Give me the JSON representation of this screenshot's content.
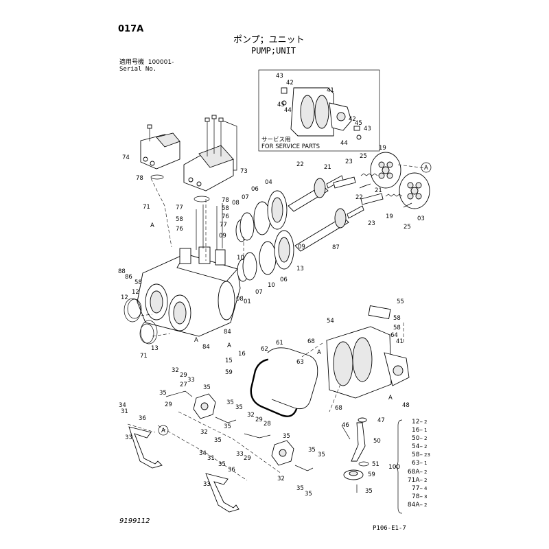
{
  "header": {
    "page_code": "017A",
    "title_jp": "ポンプ；ユニット",
    "title_en": "PUMP;UNIT",
    "serial_label_jp": "適用号機",
    "serial_value": "100001-",
    "serial_label_en": "Serial No."
  },
  "service_box": {
    "label_jp": "サービス用",
    "label_en": "FOR SERVICE PARTS"
  },
  "callouts": [
    {
      "id": "c1",
      "text": "43"
    },
    {
      "id": "c2",
      "text": "42"
    },
    {
      "id": "c3",
      "text": "45"
    },
    {
      "id": "c4",
      "text": "44"
    },
    {
      "id": "c5",
      "text": "41"
    },
    {
      "id": "c6",
      "text": "42"
    },
    {
      "id": "c7",
      "text": "45"
    },
    {
      "id": "c8",
      "text": "43"
    },
    {
      "id": "c9",
      "text": "44"
    },
    {
      "id": "c10",
      "text": "74"
    },
    {
      "id": "c11",
      "text": "73"
    },
    {
      "id": "c12",
      "text": "78"
    },
    {
      "id": "c13",
      "text": "78"
    },
    {
      "id": "c14",
      "text": "71"
    },
    {
      "id": "c15",
      "text": "77"
    },
    {
      "id": "c16",
      "text": "58"
    },
    {
      "id": "c17",
      "text": "58"
    },
    {
      "id": "c18",
      "text": "76"
    },
    {
      "id": "c19",
      "text": "76"
    },
    {
      "id": "c20",
      "text": "77"
    },
    {
      "id": "c21",
      "text": "09"
    },
    {
      "id": "c22",
      "text": "08"
    },
    {
      "id": "c23",
      "text": "07"
    },
    {
      "id": "c24",
      "text": "06"
    },
    {
      "id": "c25",
      "text": "04"
    },
    {
      "id": "c26",
      "text": "22"
    },
    {
      "id": "c27",
      "text": "21"
    },
    {
      "id": "c28",
      "text": "23"
    },
    {
      "id": "c29",
      "text": "25"
    },
    {
      "id": "c30",
      "text": "19"
    },
    {
      "id": "c31",
      "text": "22"
    },
    {
      "id": "c32",
      "text": "21"
    },
    {
      "id": "c33",
      "text": "23"
    },
    {
      "id": "c34",
      "text": "19"
    },
    {
      "id": "c35",
      "text": "25"
    },
    {
      "id": "c36",
      "text": "03"
    },
    {
      "id": "c37",
      "text": "87"
    },
    {
      "id": "c38",
      "text": "88"
    },
    {
      "id": "c39",
      "text": "86"
    },
    {
      "id": "c40",
      "text": "58"
    },
    {
      "id": "c41",
      "text": "10"
    },
    {
      "id": "c42",
      "text": "09"
    },
    {
      "id": "c43",
      "text": "08"
    },
    {
      "id": "c44",
      "text": "07"
    },
    {
      "id": "c45",
      "text": "10"
    },
    {
      "id": "c46",
      "text": "06"
    },
    {
      "id": "c47",
      "text": "13"
    },
    {
      "id": "c48",
      "text": "12"
    },
    {
      "id": "c49",
      "text": "12"
    },
    {
      "id": "c50",
      "text": "13"
    },
    {
      "id": "c51",
      "text": "71"
    },
    {
      "id": "c52",
      "text": "01"
    },
    {
      "id": "c53",
      "text": "84"
    },
    {
      "id": "c54",
      "text": "84"
    },
    {
      "id": "c55",
      "text": "16"
    },
    {
      "id": "c56",
      "text": "15"
    },
    {
      "id": "c57",
      "text": "59"
    },
    {
      "id": "c58",
      "text": "55"
    },
    {
      "id": "c59",
      "text": "58"
    },
    {
      "id": "c60",
      "text": "54"
    },
    {
      "id": "c61",
      "text": "58"
    },
    {
      "id": "c62",
      "text": "64"
    },
    {
      "id": "c63",
      "text": "41"
    },
    {
      "id": "c64",
      "text": "68"
    },
    {
      "id": "c65",
      "text": "63"
    },
    {
      "id": "c66",
      "text": "61"
    },
    {
      "id": "c67",
      "text": "62"
    },
    {
      "id": "c68",
      "text": "68"
    },
    {
      "id": "c69",
      "text": "48"
    },
    {
      "id": "c70",
      "text": "47"
    },
    {
      "id": "c71",
      "text": "46"
    },
    {
      "id": "c72",
      "text": "50"
    },
    {
      "id": "c73",
      "text": "51"
    },
    {
      "id": "c74",
      "text": "59"
    },
    {
      "id": "c75",
      "text": "35"
    },
    {
      "id": "c76",
      "text": "32"
    },
    {
      "id": "c77",
      "text": "29"
    },
    {
      "id": "c78",
      "text": "33"
    },
    {
      "id": "c79",
      "text": "27"
    },
    {
      "id": "c80",
      "text": "35"
    },
    {
      "id": "c81",
      "text": "35"
    },
    {
      "id": "c82",
      "text": "29"
    },
    {
      "id": "c83",
      "text": "35"
    },
    {
      "id": "c84",
      "text": "35"
    },
    {
      "id": "c85",
      "text": "34"
    },
    {
      "id": "c86",
      "text": "31"
    },
    {
      "id": "c87",
      "text": "36"
    },
    {
      "id": "c88",
      "text": "33"
    },
    {
      "id": "c89",
      "text": "32"
    },
    {
      "id": "c90",
      "text": "35"
    },
    {
      "id": "c91",
      "text": "35"
    },
    {
      "id": "c92",
      "text": "32"
    },
    {
      "id": "c93",
      "text": "29"
    },
    {
      "id": "c94",
      "text": "28"
    },
    {
      "id": "c95",
      "text": "35"
    },
    {
      "id": "c96",
      "text": "33"
    },
    {
      "id": "c97",
      "text": "29"
    },
    {
      "id": "c98",
      "text": "35"
    },
    {
      "id": "c99",
      "text": "35"
    },
    {
      "id": "c100",
      "text": "34"
    },
    {
      "id": "c101",
      "text": "31"
    },
    {
      "id": "c102",
      "text": "35"
    },
    {
      "id": "c103",
      "text": "36"
    },
    {
      "id": "c104",
      "text": "33"
    },
    {
      "id": "c105",
      "text": "32"
    },
    {
      "id": "c106",
      "text": "35"
    }
  ],
  "refs": [
    {
      "id": "r1",
      "text": "A"
    },
    {
      "id": "r2",
      "text": "A"
    },
    {
      "id": "r3",
      "text": "A"
    },
    {
      "id": "r4",
      "text": "A"
    },
    {
      "id": "r5",
      "text": "A"
    },
    {
      "id": "r6",
      "text": "A"
    },
    {
      "id": "r7",
      "text": "A"
    }
  ],
  "qty_list": {
    "total": "100",
    "items": [
      {
        "part": "12",
        "qty": "2"
      },
      {
        "part": "16",
        "qty": "1"
      },
      {
        "part": "50",
        "qty": "2"
      },
      {
        "part": "54",
        "qty": "2"
      },
      {
        "part": "58",
        "qty": "23"
      },
      {
        "part": "63",
        "qty": "1"
      },
      {
        "part": "68A",
        "qty": "2"
      },
      {
        "part": "71A",
        "qty": "2"
      },
      {
        "part": "77",
        "qty": "4"
      },
      {
        "part": "78",
        "qty": "3"
      },
      {
        "part": "84A",
        "qty": "2"
      }
    ]
  },
  "footer": {
    "drawing_no": "9199112",
    "page_ref": "P106-E1-7"
  }
}
